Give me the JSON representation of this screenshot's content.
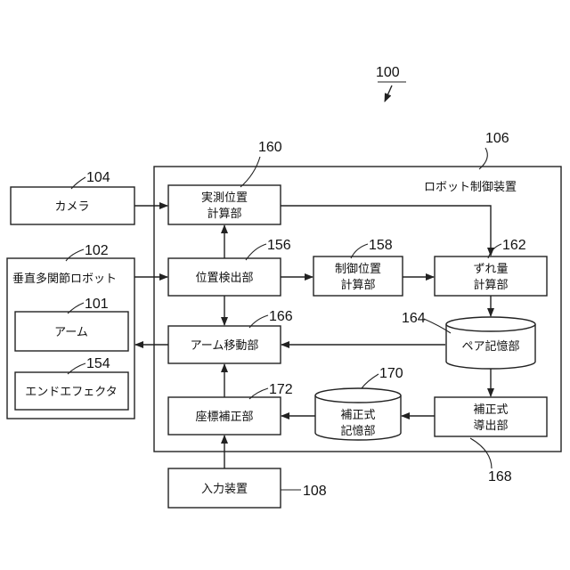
{
  "figure_number": "100",
  "controller": {
    "label": "ロボット制御装置",
    "ref": "106"
  },
  "camera": {
    "label": "カメラ",
    "ref": "104"
  },
  "robot": {
    "label": "垂直多関節ロボット",
    "ref": "102"
  },
  "arm": {
    "label": "アーム",
    "ref": "101"
  },
  "end_effector": {
    "label": "エンドエフェクタ",
    "ref": "154"
  },
  "measured_calc": {
    "line1": "実測位置",
    "line2": "計算部",
    "ref": "160"
  },
  "position_detect": {
    "label": "位置検出部",
    "ref": "156"
  },
  "control_calc": {
    "line1": "制御位置",
    "line2": "計算部",
    "ref": "158"
  },
  "deviation_calc": {
    "line1": "ずれ量",
    "line2": "計算部",
    "ref": "162"
  },
  "pair_storage": {
    "label": "ペア記憶部",
    "ref": "164"
  },
  "arm_move": {
    "label": "アーム移動部",
    "ref": "166"
  },
  "coord_correct": {
    "label": "座標補正部",
    "ref": "172"
  },
  "formula_storage": {
    "line1": "補正式",
    "line2": "記憶部",
    "ref": "170"
  },
  "formula_derive": {
    "line1": "補正式",
    "line2": "導出部",
    "ref": "168"
  },
  "input_device": {
    "label": "入力装置",
    "ref": "108"
  }
}
